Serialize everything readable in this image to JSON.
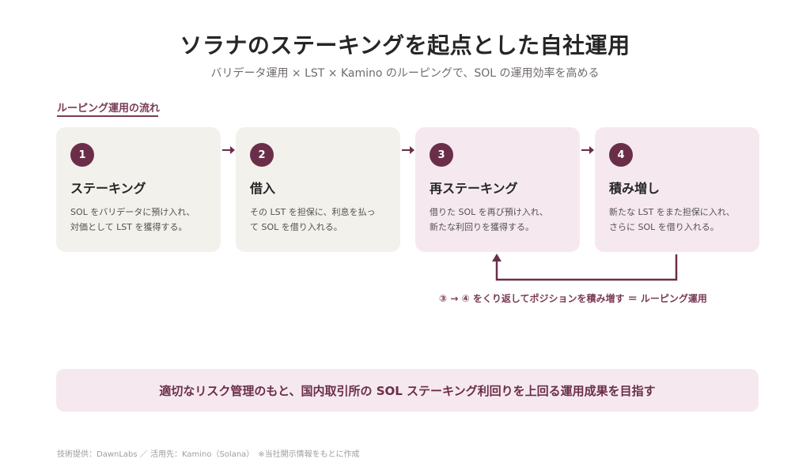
{
  "header": {
    "title": "ソラナのステーキングを起点とした自社運用",
    "subtitle": "バリデータ運用 × LST × Kamino のルーピングで、SOL の運用効率を高める"
  },
  "section": {
    "label": "ルーピング運用の流れ"
  },
  "steps": [
    {
      "number": "1",
      "title": "ステーキング",
      "description": "SOL をバリデータに預け入れ、\n対価として LST を獲得する。"
    },
    {
      "number": "2",
      "title": "借入",
      "description": "その LST を担保に、利息を払っ\nて SOL を借り入れる。"
    },
    {
      "number": "3",
      "title": "再ステーキング",
      "description": "借りた SOL を再び預け入れ、\n新たな利回りを獲得する。"
    },
    {
      "number": "4",
      "title": "積み増し",
      "description": "新たな LST をまた担保に入れ、\nさらに SOL を借り入れる。"
    }
  ],
  "loop": {
    "caption": "③ → ④ をくり返してポジションを積み増す ＝ ルーピング運用"
  },
  "banner": {
    "text": "適切なリスク管理のもと、国内取引所の SOL ステーキング利回りを上回る運用成果を目指す"
  },
  "footer": {
    "text": "技術提供：DawnLabs ／ 活用先：Kamino（Solana）　※当社開示情報をもとに作成"
  },
  "colors": {
    "accent": "#6b2e49",
    "neutral_card": "#f2f1ec",
    "accent_card": "#f5e9ef"
  }
}
